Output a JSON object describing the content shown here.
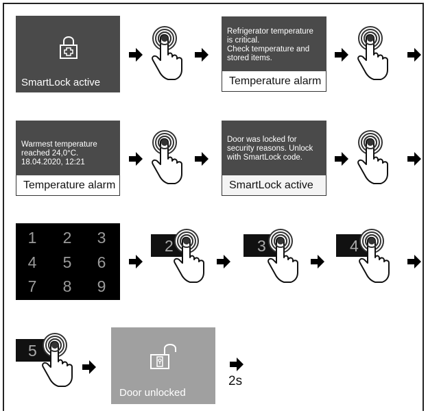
{
  "row1": {
    "panel1_label": "SmartLock active",
    "panel2_message": [
      "Refrigerator temperature",
      "is critical.",
      "Check temperature and",
      "stored items."
    ],
    "panel2_bar": "Temperature alarm"
  },
  "row2": {
    "panel1_message": [
      "Warmest temperature",
      "reached 24,0°C.",
      "18.04.2020, 12:21"
    ],
    "panel1_bar": "Temperature alarm",
    "panel2_message": [
      "Door was locked for",
      "security reasons. Unlock",
      "with SmartLock code."
    ],
    "panel2_bar": "SmartLock active"
  },
  "row3": {
    "keys": [
      "1",
      "2",
      "3",
      "4",
      "5",
      "6",
      "7",
      "8",
      "9"
    ],
    "entries": [
      "2",
      "3",
      "4"
    ]
  },
  "row4": {
    "entry": "5",
    "panel_label": "Door unlocked",
    "delay": "2s"
  },
  "icons": [
    "padlock-cross-icon",
    "padlock-open-icon",
    "tap-hand-icon",
    "arrow-right-icon"
  ]
}
